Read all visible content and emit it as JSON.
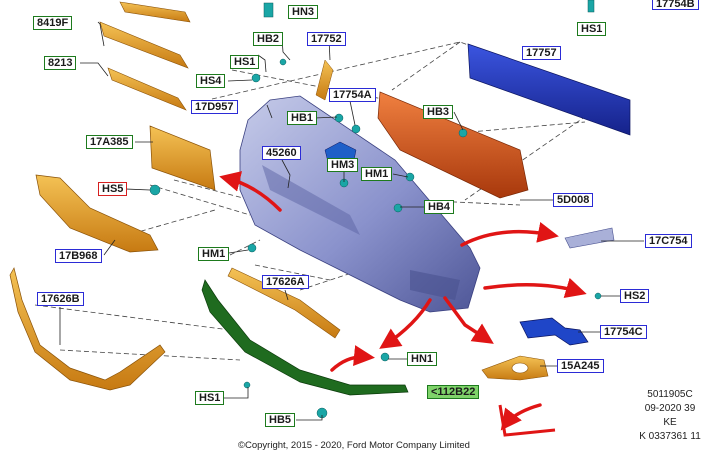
{
  "labels": [
    {
      "id": "hn3",
      "text": "HN3",
      "kind": "fastener"
    },
    {
      "id": "17754b",
      "text": "17754B",
      "kind": "part"
    },
    {
      "id": "hs1-top",
      "text": "HS1",
      "kind": "fastener"
    },
    {
      "id": "8419f",
      "text": "8419F",
      "kind": "fastener"
    },
    {
      "id": "hb2",
      "text": "HB2",
      "kind": "fastener"
    },
    {
      "id": "17752",
      "text": "17752",
      "kind": "part"
    },
    {
      "id": "8213",
      "text": "8213",
      "kind": "fastener"
    },
    {
      "id": "hs1-mid",
      "text": "HS1",
      "kind": "fastener"
    },
    {
      "id": "17757",
      "text": "17757",
      "kind": "part"
    },
    {
      "id": "hs4",
      "text": "HS4",
      "kind": "fastener"
    },
    {
      "id": "17754a",
      "text": "17754A",
      "kind": "part"
    },
    {
      "id": "17d957",
      "text": "17D957",
      "kind": "part"
    },
    {
      "id": "hb3",
      "text": "HB3",
      "kind": "fastener"
    },
    {
      "id": "hb1",
      "text": "HB1",
      "kind": "fastener"
    },
    {
      "id": "17a385",
      "text": "17A385",
      "kind": "fastener"
    },
    {
      "id": "45260",
      "text": "45260",
      "kind": "part"
    },
    {
      "id": "hm3",
      "text": "HM3",
      "kind": "fastener"
    },
    {
      "id": "hm1-top",
      "text": "HM1",
      "kind": "fastener"
    },
    {
      "id": "hs5",
      "text": "HS5",
      "kind": "highlight"
    },
    {
      "id": "5d008",
      "text": "5D008",
      "kind": "part"
    },
    {
      "id": "hb4",
      "text": "HB4",
      "kind": "fastener"
    },
    {
      "id": "17c754",
      "text": "17C754",
      "kind": "part"
    },
    {
      "id": "17b968",
      "text": "17B968",
      "kind": "part"
    },
    {
      "id": "hm1-mid",
      "text": "HM1",
      "kind": "fastener"
    },
    {
      "id": "17626a",
      "text": "17626A",
      "kind": "part"
    },
    {
      "id": "hs2",
      "text": "HS2",
      "kind": "part"
    },
    {
      "id": "17626b",
      "text": "17626B",
      "kind": "part"
    },
    {
      "id": "17754c",
      "text": "17754C",
      "kind": "part"
    },
    {
      "id": "hn1",
      "text": "HN1",
      "kind": "fastener"
    },
    {
      "id": "15a245",
      "text": "15A245",
      "kind": "part"
    },
    {
      "id": "112b22",
      "text": "<112B22",
      "kind": "highlight-fill"
    },
    {
      "id": "hs1-bot",
      "text": "HS1",
      "kind": "fastener"
    },
    {
      "id": "hb5",
      "text": "HB5",
      "kind": "fastener"
    }
  ],
  "info": {
    "code": "5011905C",
    "date": "09-2020 39",
    "region": "KE",
    "catalog": "K 0337361 11"
  },
  "copyright": "©Copyright, 2015 - 2020, Ford Motor Company Limited",
  "colors": {
    "part_border": "#2b2bd6",
    "fastener_border": "#1d7a1d",
    "highlight_border": "#d61f1f",
    "arrow": "#e01515",
    "reinforcement": "#2236b5",
    "absorber": "#d95a1a",
    "grille": "#e59a1e",
    "lower_trim": "#1f6b1f",
    "bumper": "#7d86c2"
  }
}
